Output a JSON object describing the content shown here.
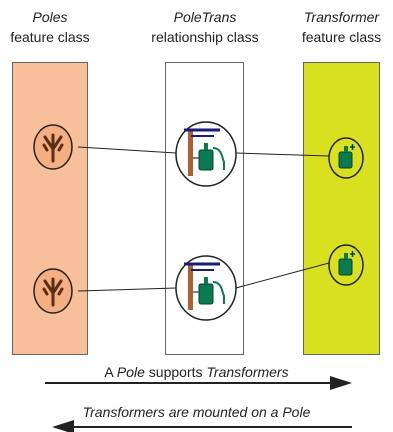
{
  "headers": {
    "poles": {
      "name": "Poles",
      "type": "feature class"
    },
    "poletrans": {
      "name": "PoleTrans",
      "type": "relationship class"
    },
    "transformer": {
      "name": "Transformer",
      "type": "feature class"
    }
  },
  "colors": {
    "poles_fill": "#f7c09a",
    "transformer_fill": "#d9e020",
    "transformer_icon": "#0a7a50",
    "pole_wood": "#b06030",
    "crossarm": "#1a1a7a"
  },
  "arrows": {
    "forward": {
      "pre": "A",
      "subject": "Pole",
      "verb": "supports",
      "object": "Transformers"
    },
    "backward": {
      "text": "Transformers are mounted on a Pole"
    }
  },
  "icons": [
    "pole-icon",
    "pole-transformer-icon",
    "transformer-icon"
  ]
}
